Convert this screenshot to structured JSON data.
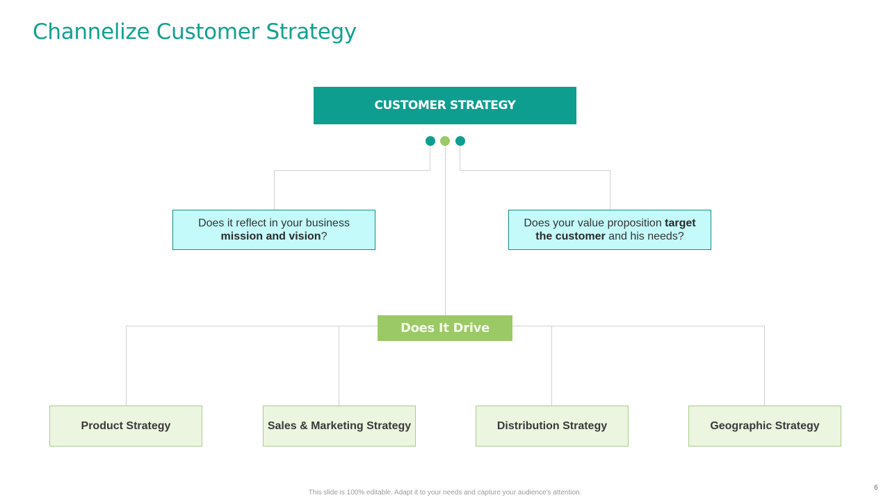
{
  "slide": {
    "title": "Channelize Customer Strategy",
    "page_number": "6",
    "footer": "This slide is 100% editable. Adapt it to your needs and capture your audience's attention."
  },
  "diagram": {
    "root": "CUSTOMER STRATEGY",
    "questions": [
      {
        "pre": "Does it reflect in your business ",
        "bold": "mission and vision",
        "post": "?"
      },
      {
        "pre": "Does your value proposition ",
        "bold": "target the customer",
        "post": " and his needs?"
      }
    ],
    "hub": "Does It Drive",
    "leaves": [
      "Product Strategy",
      "Sales & Marketing Strategy",
      "Distribution Strategy",
      "Geographic Strategy"
    ]
  },
  "colors": {
    "teal": "#0e9e8f",
    "green": "#9bc966",
    "question_fill": "#c4fafa",
    "leaf_fill": "#ebf5df"
  }
}
